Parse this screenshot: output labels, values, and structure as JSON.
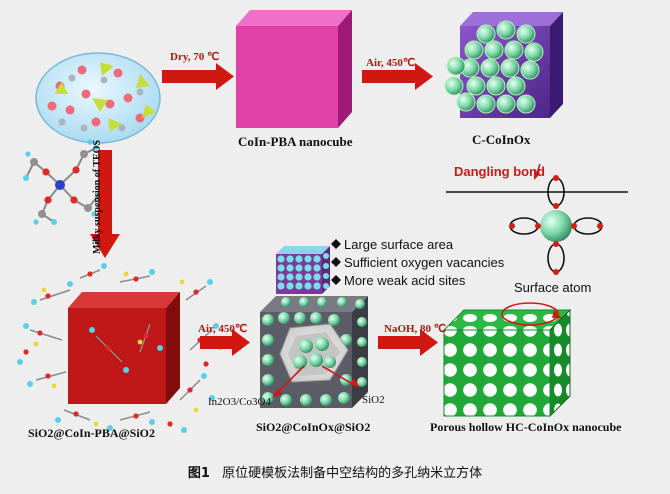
{
  "labels": {
    "dry_step": "Dry, 70 ℃",
    "air_step_top": "Air, 450℃",
    "coin_pba": "CoIn-PBA nanocube",
    "c_coinox": "C-CoInOx",
    "milky": "Milky suspension of TEOS",
    "dangling_bond": "Dangling bond",
    "surface_atom": "Surface atom",
    "air_step_bottom": "Air, 450℃",
    "naoh_step": "NaOH, 80 ℃",
    "in2o3": "In2O3/Co3O4",
    "sio2": "SiO2",
    "sio2_coin_pba": "SiO2@CoIn-PBA@SiO2",
    "sio2_coinox": "SiO2@CoInOx@SiO2",
    "porous": "Porous hollow HC-CoInOx nanocube"
  },
  "bullets": [
    "Large surface area",
    "Sufficient oxygen vacancies",
    "More weak acid sites"
  ],
  "caption": {
    "fig": "图1",
    "text": "原位硬模板法制备中空结构的多孔纳米立方体"
  },
  "colors": {
    "arrow": "#d01810",
    "pba_face": "#e040a8",
    "coinox_face": "#7040a0",
    "sphere": "#7cd8a8",
    "green_cube": "#22a838",
    "sio2_cube": "#c01818",
    "dangling_text": "#d01818"
  }
}
